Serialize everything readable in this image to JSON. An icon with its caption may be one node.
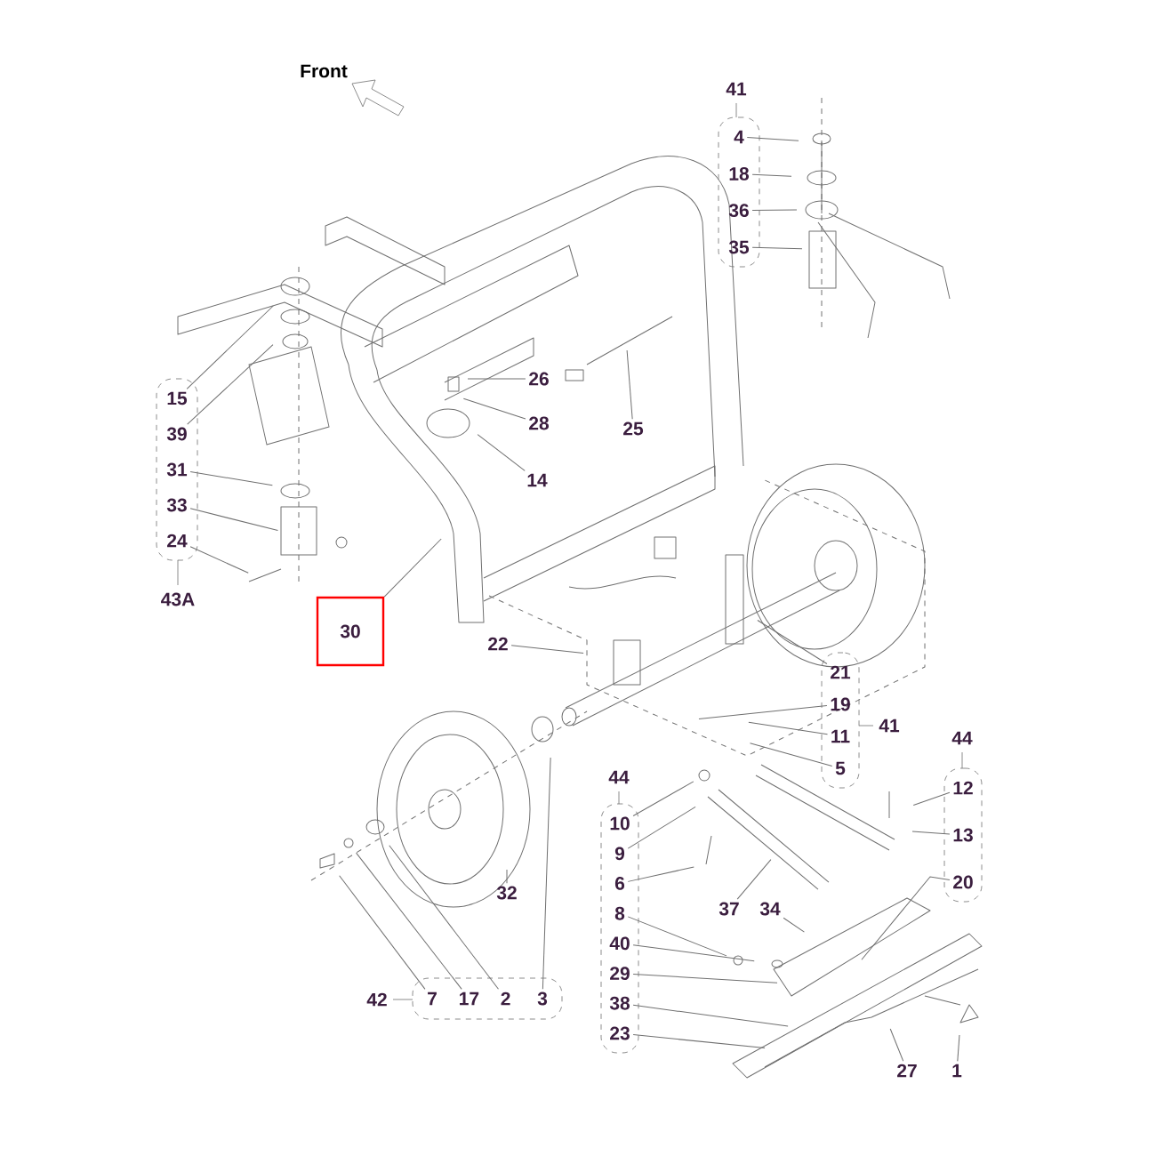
{
  "diagram": {
    "nodes": [
      {
        "text": [
          "41"
        ]
      },
      {
        "text": [
          "4"
        ],
        "in": 0
      },
      {
        "text": [
          "18"
        ],
        "in": 0
      },
      {
        "text": [
          "36"
        ],
        "in": 0
      },
      {
        "text": [
          "35"
        ],
        "in": 0
      },
      {
        "text": [
          "43A"
        ]
      },
      {
        "text": [
          "15"
        ],
        "in": 5
      },
      {
        "text": [
          "39"
        ],
        "in": 5
      },
      {
        "text": [
          "31"
        ],
        "in": 5
      },
      {
        "text": [
          "33"
        ],
        "in": 5
      },
      {
        "text": [
          "24"
        ],
        "in": 5
      },
      {
        "text": [
          "26"
        ]
      },
      {
        "text": [
          "28"
        ]
      },
      {
        "text": [
          "14"
        ]
      },
      {
        "text": [
          "25"
        ]
      },
      {
        "text": [
          "30"
        ]
      },
      {
        "text": [
          "22"
        ]
      },
      {
        "text": [
          "41"
        ]
      },
      {
        "text": [
          "21"
        ],
        "in": 17
      },
      {
        "text": [
          "19"
        ],
        "in": 17
      },
      {
        "text": [
          "11"
        ],
        "in": 17
      },
      {
        "text": [
          "5"
        ],
        "in": 17
      },
      {
        "text": [
          "32"
        ]
      },
      {
        "text": [
          "42"
        ]
      },
      {
        "text": [
          "7"
        ],
        "in": 23
      },
      {
        "text": [
          "17"
        ],
        "in": 23
      },
      {
        "text": [
          "2"
        ],
        "in": 23
      },
      {
        "text": [
          "3"
        ],
        "in": 23
      },
      {
        "text": [
          "44"
        ]
      },
      {
        "text": [
          "10"
        ],
        "in": 28
      },
      {
        "text": [
          "9"
        ],
        "in": 28
      },
      {
        "text": [
          "6"
        ],
        "in": 28
      },
      {
        "text": [
          "8"
        ],
        "in": 28
      },
      {
        "text": [
          "40"
        ],
        "in": 28
      },
      {
        "text": [
          "29"
        ],
        "in": 28
      },
      {
        "text": [
          "38"
        ],
        "in": 28
      },
      {
        "text": [
          "23"
        ],
        "in": 28
      },
      {
        "text": [
          "37"
        ]
      },
      {
        "text": [
          "34"
        ]
      },
      {
        "text": [
          "44"
        ]
      },
      {
        "text": [
          "12"
        ],
        "in": 39
      },
      {
        "text": [
          "13"
        ],
        "in": 39
      },
      {
        "text": [
          "20"
        ],
        "in": 39
      },
      {
        "text": [
          "27"
        ]
      },
      {
        "text": [
          "1"
        ]
      }
    ],
    "edges": [
      {
        "from": 1,
        "to": null,
        "arrow": "none"
      },
      {
        "from": 2,
        "to": null,
        "arrow": "none"
      },
      {
        "from": 3,
        "to": null,
        "arrow": "none"
      },
      {
        "from": 4,
        "to": null,
        "arrow": "none"
      },
      {
        "from": 6,
        "to": null,
        "arrow": "none"
      },
      {
        "from": 7,
        "to": null,
        "arrow": "none"
      },
      {
        "from": 8,
        "to": null,
        "arrow": "none"
      },
      {
        "from": 9,
        "to": null,
        "arrow": "none"
      },
      {
        "from": 10,
        "to": null,
        "arrow": "none"
      },
      {
        "from": 11,
        "to": null,
        "arrow": "none"
      },
      {
        "from": 12,
        "to": null,
        "arrow": "none"
      },
      {
        "from": 13,
        "to": null,
        "arrow": "none"
      },
      {
        "from": 14,
        "to": null,
        "arrow": "none"
      },
      {
        "from": 15,
        "to": null,
        "arrow": "none"
      },
      {
        "from": 16,
        "to": null,
        "arrow": "none"
      },
      {
        "from": 18,
        "to": null,
        "arrow": "none"
      },
      {
        "from": 19,
        "to": null,
        "arrow": "none"
      },
      {
        "from": 20,
        "to": null,
        "arrow": "none"
      },
      {
        "from": 21,
        "to": null,
        "arrow": "none"
      },
      {
        "from": 22,
        "to": null,
        "arrow": "none"
      },
      {
        "from": 24,
        "to": null,
        "arrow": "none"
      },
      {
        "from": 25,
        "to": null,
        "arrow": "none"
      },
      {
        "from": 26,
        "to": null,
        "arrow": "none"
      },
      {
        "from": 27,
        "to": null,
        "arrow": "none"
      },
      {
        "from": 29,
        "to": null,
        "arrow": "none"
      },
      {
        "from": 30,
        "to": null,
        "arrow": "none"
      },
      {
        "from": 31,
        "to": null,
        "arrow": "none"
      },
      {
        "from": 32,
        "to": null,
        "arrow": "none"
      },
      {
        "from": 33,
        "to": null,
        "arrow": "none"
      },
      {
        "from": 34,
        "to": null,
        "arrow": "none"
      },
      {
        "from": 35,
        "to": null,
        "arrow": "none"
      },
      {
        "from": 36,
        "to": null,
        "arrow": "none"
      },
      {
        "from": 37,
        "to": null,
        "arrow": "none"
      },
      {
        "from": 38,
        "to": null,
        "arrow": "none"
      },
      {
        "from": 40,
        "to": null,
        "arrow": "none"
      },
      {
        "from": 41,
        "to": null,
        "arrow": "none"
      },
      {
        "from": 42,
        "to": null,
        "arrow": "none"
      },
      {
        "from": 43,
        "to": null,
        "arrow": "none"
      },
      {
        "from": 44,
        "to": null,
        "arrow": "none"
      }
    ],
    "labels": [
      "Front"
    ]
  }
}
